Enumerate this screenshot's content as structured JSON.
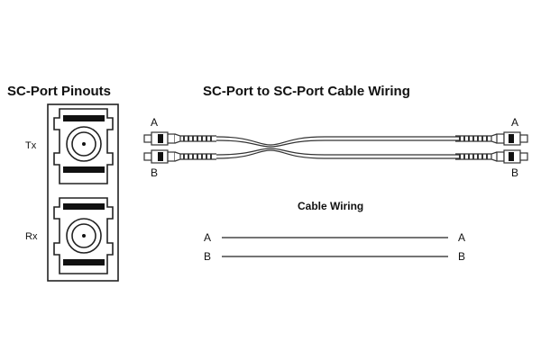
{
  "titles": {
    "pinouts": "SC-Port Pinouts",
    "wiring": "SC-Port to SC-Port Cable Wiring"
  },
  "ports": {
    "tx": "Tx",
    "rx": "Rx"
  },
  "cable": {
    "end_a": "A",
    "end_b": "B"
  },
  "wiring_table": {
    "title": "Cable Wiring",
    "rows": [
      {
        "left": "A",
        "right": "A"
      },
      {
        "left": "B",
        "right": "B"
      }
    ]
  }
}
